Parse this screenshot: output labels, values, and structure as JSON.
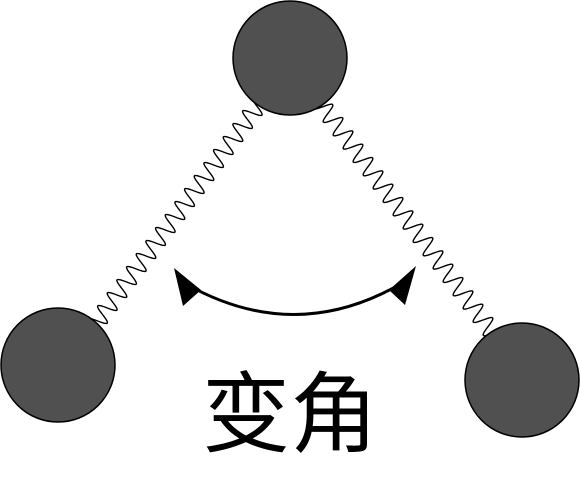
{
  "label": "变角",
  "colors": {
    "atom_fill": "#505050",
    "stroke": "#000000",
    "background": "#ffffff"
  },
  "elements": {
    "atoms": [
      "top",
      "left",
      "right"
    ],
    "springs": [
      "left",
      "right"
    ],
    "arrow": "double-headed-arc"
  }
}
